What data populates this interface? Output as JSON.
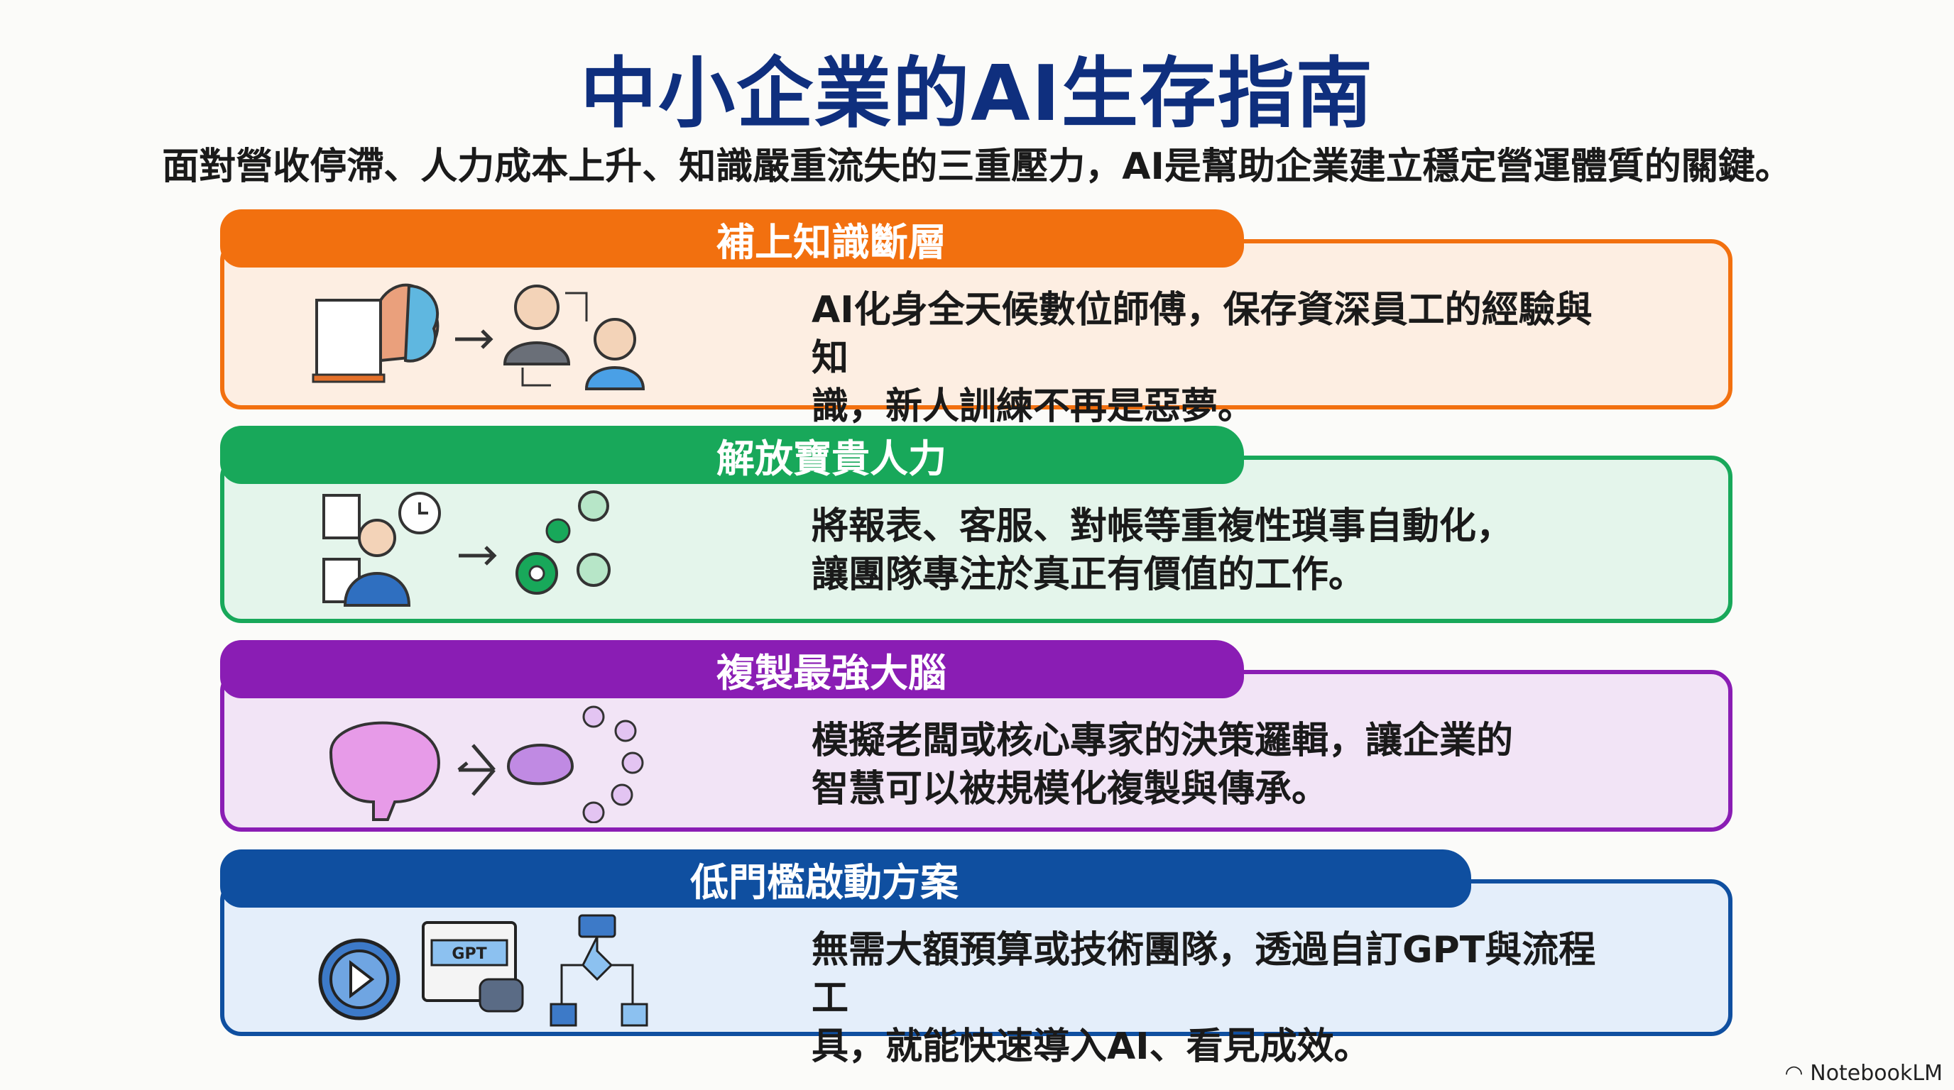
{
  "title": "中小企業的AI生存指南",
  "subtitle": "面對營收停滯、人力成本上升、知識嚴重流失的三重壓力，AI是幫助企業建立穩定營運體質的關鍵。",
  "cards": [
    {
      "heading": "補上知識斷層",
      "line1": "AI化身全天候數位師傅，保存資深員工的經驗與知",
      "line2": "識，新人訓練不再是惡夢。",
      "color": "#f2700f",
      "bg": "#fdeee2"
    },
    {
      "heading": "解放寶貴人力",
      "line1": "將報表、客服、對帳等重複性瑣事自動化，",
      "line2": "讓團隊專注於真正有價值的工作。",
      "color": "#18a85a",
      "bg": "#e4f5eb"
    },
    {
      "heading": "複製最強大腦",
      "line1": "模擬老闆或核心專家的決策邏輯，讓企業的",
      "line2": "智慧可以被規模化複製與傳承。",
      "color": "#8a1db4",
      "bg": "#f2e4f6"
    },
    {
      "heading": "低門檻啟動方案",
      "line1": "無需大額預算或技術團隊，透過自訂GPT與流程工",
      "line2": "具，就能快速導入AI、看見成效。",
      "color": "#0f4fa0",
      "bg": "#e4eefa",
      "icon_label": "GPT"
    }
  ],
  "watermark": "NotebookLM"
}
